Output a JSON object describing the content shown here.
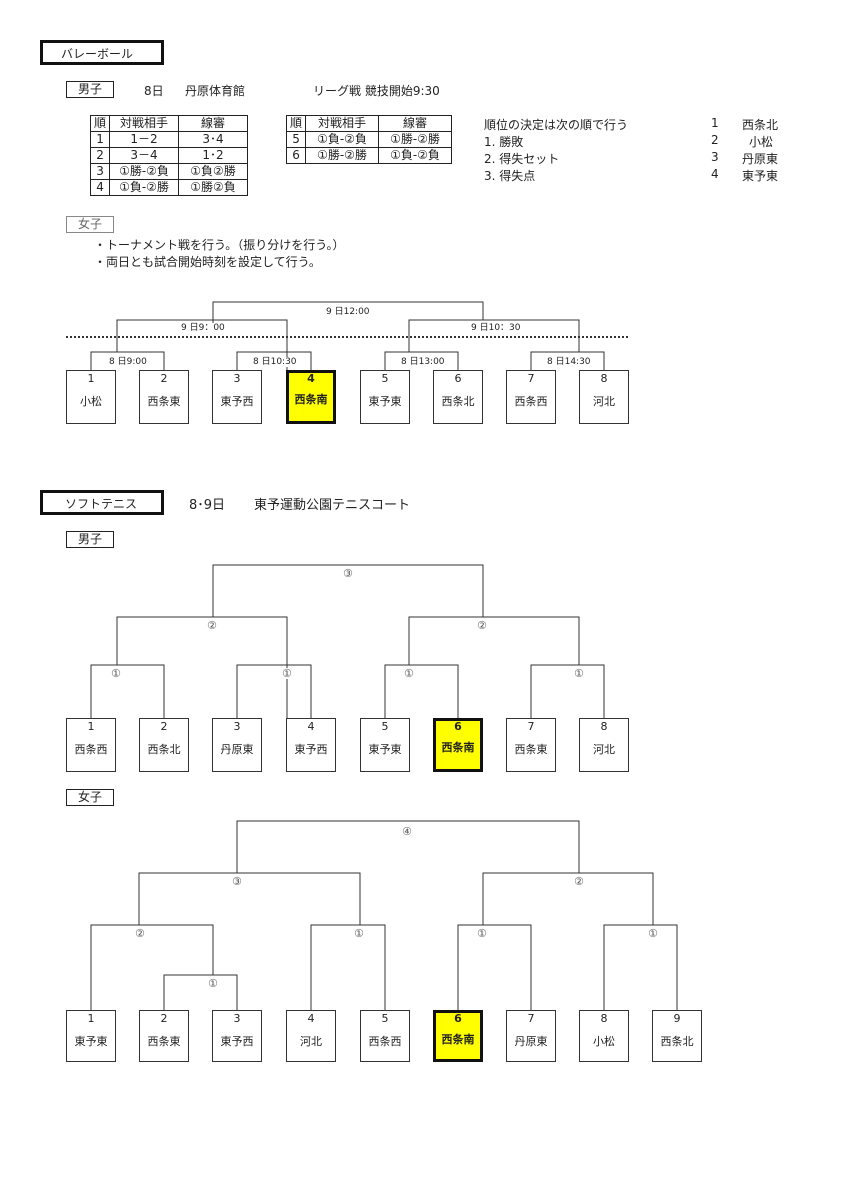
{
  "volleyball": {
    "title": "バレーボール",
    "boys": {
      "label": "男子",
      "day": "8日",
      "venue": "丹原体育館",
      "format": "リーグ戦  競技開始9:30",
      "table1": {
        "header": [
          "順",
          "対戦相手",
          "線審"
        ],
        "rows": [
          [
            "1",
            "1－2",
            "3･4"
          ],
          [
            "2",
            "3－4",
            "1･2"
          ],
          [
            "3",
            "①勝-②負",
            "①負②勝"
          ],
          [
            "4",
            "①負-②勝",
            "①勝②負"
          ]
        ]
      },
      "table2": {
        "header": [
          "順",
          "対戦相手",
          "線審"
        ],
        "rows": [
          [
            "5",
            "①負-②負",
            "①勝-②勝"
          ],
          [
            "6",
            "①勝-②勝",
            "①負-②負"
          ]
        ]
      },
      "ranking_rules": [
        "順位の決定は次の順で行う",
        "1. 勝敗",
        "2. 得失セット",
        "3. 得失点"
      ],
      "standings": [
        {
          "rank": "1",
          "team": "西条北"
        },
        {
          "rank": "2",
          "team": "小松"
        },
        {
          "rank": "3",
          "team": "丹原東"
        },
        {
          "rank": "4",
          "team": "東予東"
        }
      ]
    },
    "girls": {
      "label": "女子",
      "notes": [
        "・トーナメント戦を行う。（振り分けを行う。）",
        "・両日とも試合開始時刻を設定して行う。"
      ],
      "times": [
        "9 日12:00",
        "9 日9：00",
        "9 日10：30",
        "8 日9:00",
        "8 日10:30",
        "8 日13:00",
        "8 日14:30"
      ],
      "teams": [
        {
          "num": "1",
          "name": "小松"
        },
        {
          "num": "2",
          "name": "西条東"
        },
        {
          "num": "3",
          "name": "東予西"
        },
        {
          "num": "4",
          "name": "西条南"
        },
        {
          "num": "5",
          "name": "東予東"
        },
        {
          "num": "6",
          "name": "西条北"
        },
        {
          "num": "7",
          "name": "西条西"
        },
        {
          "num": "8",
          "name": "河北"
        }
      ],
      "highlight_team": "4"
    }
  },
  "softtennis": {
    "title": "ソフトテニス",
    "days": "8･9日",
    "venue": "東予運動公園テニスコート",
    "boys": {
      "label": "男子",
      "rounds": [
        "③",
        "②",
        "②",
        "①",
        "①",
        "①",
        "①"
      ],
      "teams": [
        {
          "num": "1",
          "name": "西条西"
        },
        {
          "num": "2",
          "name": "西条北"
        },
        {
          "num": "3",
          "name": "丹原東"
        },
        {
          "num": "4",
          "name": "東予西"
        },
        {
          "num": "5",
          "name": "東予東"
        },
        {
          "num": "6",
          "name": "西条南"
        },
        {
          "num": "7",
          "name": "西条東"
        },
        {
          "num": "8",
          "name": "河北"
        }
      ],
      "highlight_team": "6"
    },
    "girls": {
      "label": "女子",
      "rounds": [
        "④",
        "③",
        "②",
        "②",
        "①",
        "①",
        "①",
        "①"
      ],
      "teams": [
        {
          "num": "1",
          "name": "東予東"
        },
        {
          "num": "2",
          "name": "西条東"
        },
        {
          "num": "3",
          "name": "東予西"
        },
        {
          "num": "4",
          "name": "河北"
        },
        {
          "num": "5",
          "name": "西条西"
        },
        {
          "num": "6",
          "name": "西条南"
        },
        {
          "num": "7",
          "name": "丹原東"
        },
        {
          "num": "8",
          "name": "小松"
        },
        {
          "num": "9",
          "name": "西条北"
        }
      ],
      "highlight_team": "6"
    }
  },
  "colors": {
    "highlight": "#ffff00",
    "line": "#222222"
  }
}
